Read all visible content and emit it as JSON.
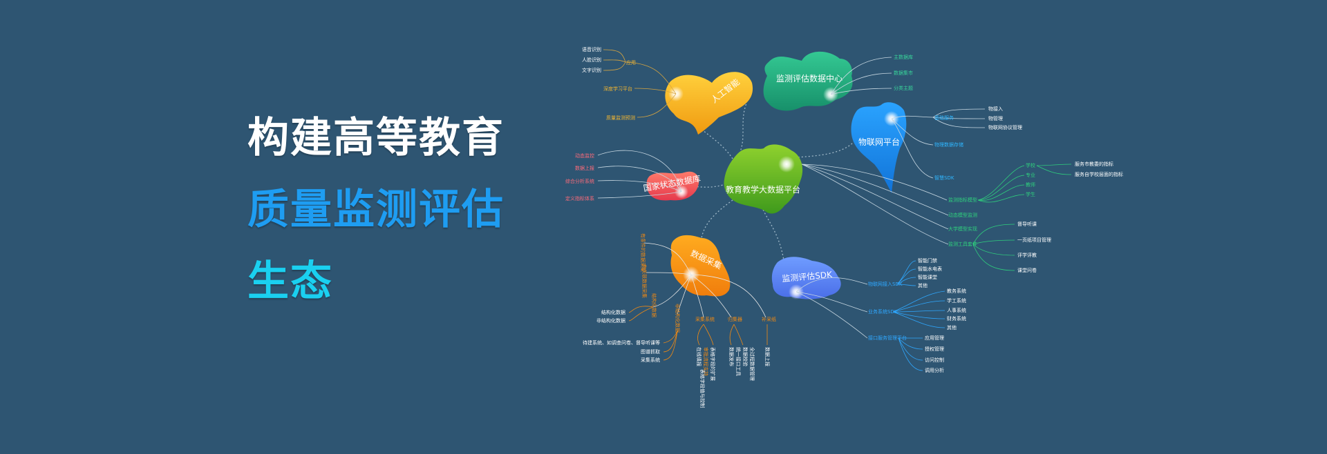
{
  "headline": {
    "line1": "构建高等教育",
    "line2": "质量监测评估",
    "line3": "生态"
  },
  "colors": {
    "background": "#2e5572",
    "line1": "#ffffff",
    "line2": "#1e9df2",
    "line3": "#1ad0f0"
  },
  "mindmap": {
    "center": "教育教学大数据平台",
    "ai": {
      "title": "人工智能",
      "group": "应用",
      "group_items": [
        "语音识别",
        "人脸识别",
        "文字识别"
      ],
      "items": [
        "深度学习平台",
        "质量监测预测"
      ]
    },
    "monitor_center": {
      "title": "监测评估数据中心",
      "items": [
        "主数据库",
        "数据集市",
        "分类主题"
      ]
    },
    "iot": {
      "title": "物联网平台",
      "basic": "基础服务",
      "basic_items": [
        "物接入",
        "物管理",
        "物联网协议管理"
      ],
      "items": [
        "物理数据存储",
        "智慧SDK",
        "监测指标模型",
        "动态模型监测",
        "大学模型实现",
        "监测工具套件"
      ],
      "model_items": [
        "学校",
        "专业",
        "教师",
        "学生"
      ],
      "school_items": [
        "服务市教委的指标",
        "服务自学校层面的指标"
      ],
      "tool_items": [
        "督导听课",
        "一页纸项目管理",
        "评学评教",
        "课堂问卷"
      ]
    },
    "national": {
      "title": "国家状态数据库",
      "items": [
        "动态监控",
        "数据上报",
        "综合分析系统",
        "定义指标体系"
      ]
    },
    "collection": {
      "title": "数据采集",
      "upper_labels": [
        "有条件的数据采集",
        "有关联数据采集"
      ],
      "structure_label": "结构化数据",
      "structure_items": [
        "结构化数据",
        "非结构化数据"
      ],
      "unstructure_label": "非结构化数据",
      "unstructure_items": [
        "待建系统、如调查问卷、督导听课等",
        "图谱抓取",
        "采集系统"
      ],
      "sub_labels": [
        "采集系统",
        "归集器",
        "补采纸"
      ],
      "vertical_items": [
        "在线填报",
        "审批流程支持",
        "表格字段的扩展",
        "表格字段值与控制",
        "数据发布",
        "统一接口工具",
        "数据校验",
        "全过程数据管理",
        "数据上报"
      ]
    },
    "sdk": {
      "title": "监测评估SDK",
      "branches": [
        "物联网接入SDK",
        "业务系统SDK",
        "接口服务管理平台"
      ],
      "iot_items": [
        "智能门禁",
        "智能水电表",
        "智能课堂",
        "其他"
      ],
      "biz_items": [
        "教务系统",
        "学工系统",
        "人事系统",
        "财务系统",
        "其他"
      ],
      "api_items": [
        "应用管理",
        "授权管理",
        "访问控制",
        "调用分析"
      ]
    }
  }
}
